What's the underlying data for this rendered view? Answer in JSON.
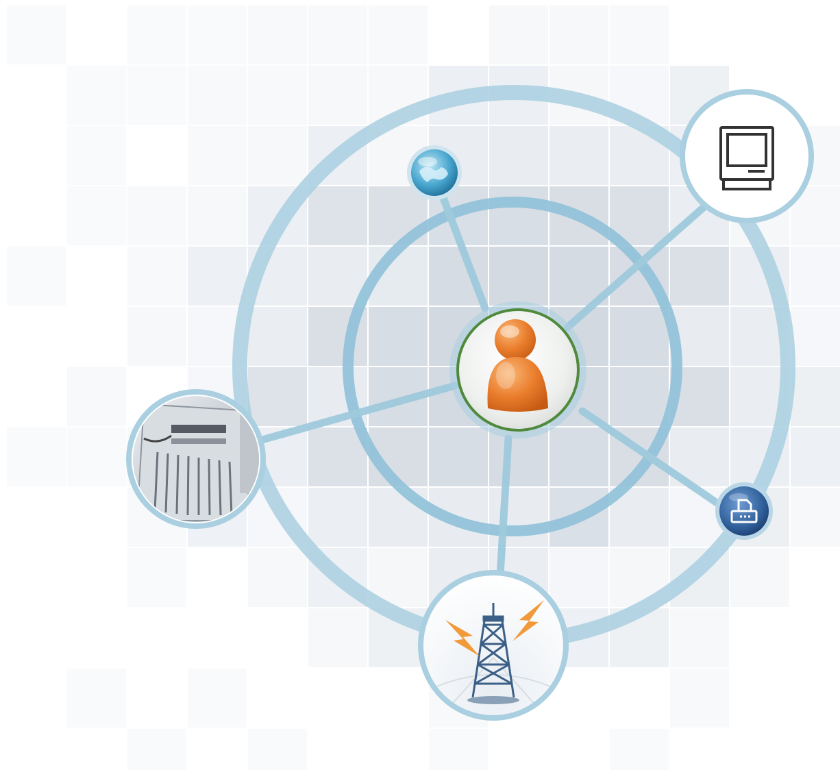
{
  "colors": {
    "background": "#ffffff",
    "tile_light": "#eef1f5",
    "tile_mid": "#dde3ea",
    "tile_dark": "#c9d1db",
    "ring": "#a9cfe0",
    "ring_inner": "#8fc1d8",
    "connector": "#9fcbdd",
    "hub_border": "#4f8a3c",
    "person_orange": "#e8772a",
    "person_orange_light": "#f6a35c",
    "bolt_orange": "#f19a3a",
    "tower_blue": "#3b5f86",
    "globe_blue": "#3b9ac4",
    "printer_blue": "#2f5f9a"
  },
  "nodes": [
    {
      "id": "hub",
      "icon": "user-icon"
    },
    {
      "id": "globe",
      "icon": "globe-icon"
    },
    {
      "id": "computer",
      "icon": "computer-monitor-icon"
    },
    {
      "id": "server",
      "icon": "server-rack-icon"
    },
    {
      "id": "printer",
      "icon": "printer-icon"
    },
    {
      "id": "tower",
      "icon": "radio-tower-icon"
    }
  ]
}
